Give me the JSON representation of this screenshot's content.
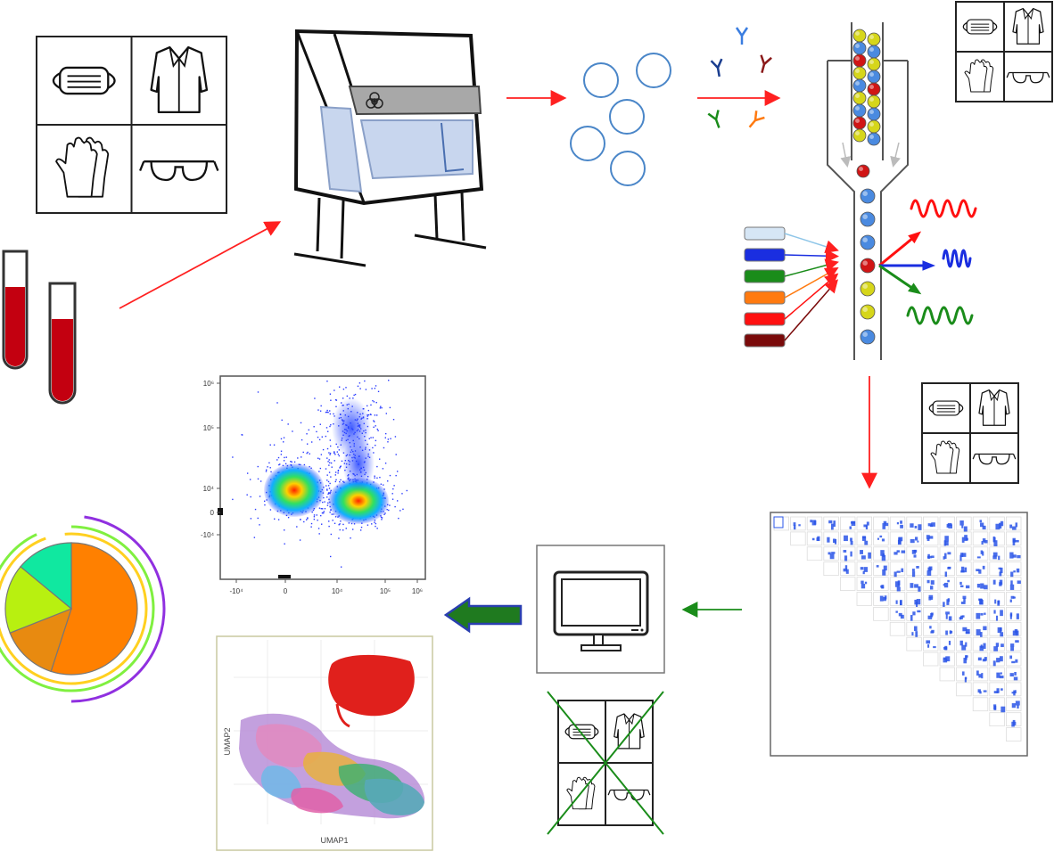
{
  "colors": {
    "flow_arrow": "#ff2020",
    "analysis_arrow": "#1a8c1a",
    "big_arrow_fill": "#1f7a1f",
    "big_arrow_stroke": "#2a3fb0",
    "blood": "#c30010",
    "cell_outline": "#4a86c8",
    "hood_glass": "#c8d6ee"
  },
  "ppe_panels": [
    {
      "id": "top-left",
      "icons": [
        "mask-icon",
        "lab-coat-icon",
        "gloves-icon",
        "goggles-icon"
      ],
      "crossed_out": false
    },
    {
      "id": "top-right",
      "icons": [
        "mask-icon",
        "lab-coat-icon",
        "gloves-icon",
        "goggles-icon"
      ],
      "crossed_out": false
    },
    {
      "id": "middle-right",
      "icons": [
        "mask-icon",
        "lab-coat-icon",
        "gloves-icon",
        "goggles-icon"
      ],
      "crossed_out": false
    },
    {
      "id": "bottom",
      "icons": [
        "mask-icon",
        "lab-coat-icon",
        "gloves-icon",
        "goggles-icon"
      ],
      "crossed_out": true
    }
  ],
  "antibody_colors": [
    "#3a7de0",
    "#1a3d8f",
    "#8b1a1a",
    "#1a8c1a",
    "#ff7a10"
  ],
  "laser_colors": [
    "#d6e6f5",
    "#1a2ee0",
    "#1a8c1a",
    "#ff7a10",
    "#ff1010",
    "#7a0a0a"
  ],
  "emission_colors": [
    "#ff1010",
    "#1a2ee0",
    "#1a8c1a"
  ],
  "stream_bead_colors": [
    "#d6d61a",
    "#4a8ae0",
    "#d01515",
    "#d6d61a",
    "#4a8ae0"
  ],
  "dotplot": {
    "y_ticks": [
      "10⁶",
      "10⁵",
      "10⁴",
      "0",
      "-10⁴"
    ],
    "x_ticks": [
      "-10⁴",
      "0",
      "10⁴",
      "10⁵",
      "10⁶"
    ]
  },
  "umap": {
    "xlabel": "UMAP1",
    "ylabel": "UMAP2"
  },
  "pie": {
    "slices": [
      {
        "value": 55,
        "color": "#ff8000"
      },
      {
        "value": 14,
        "color": "#e88a10"
      },
      {
        "value": 17,
        "color": "#b8f010"
      },
      {
        "value": 14,
        "color": "#10e8a0"
      }
    ],
    "arcs": [
      "#ff2020",
      "#ffd020",
      "#80f040",
      "#9030e0"
    ]
  }
}
